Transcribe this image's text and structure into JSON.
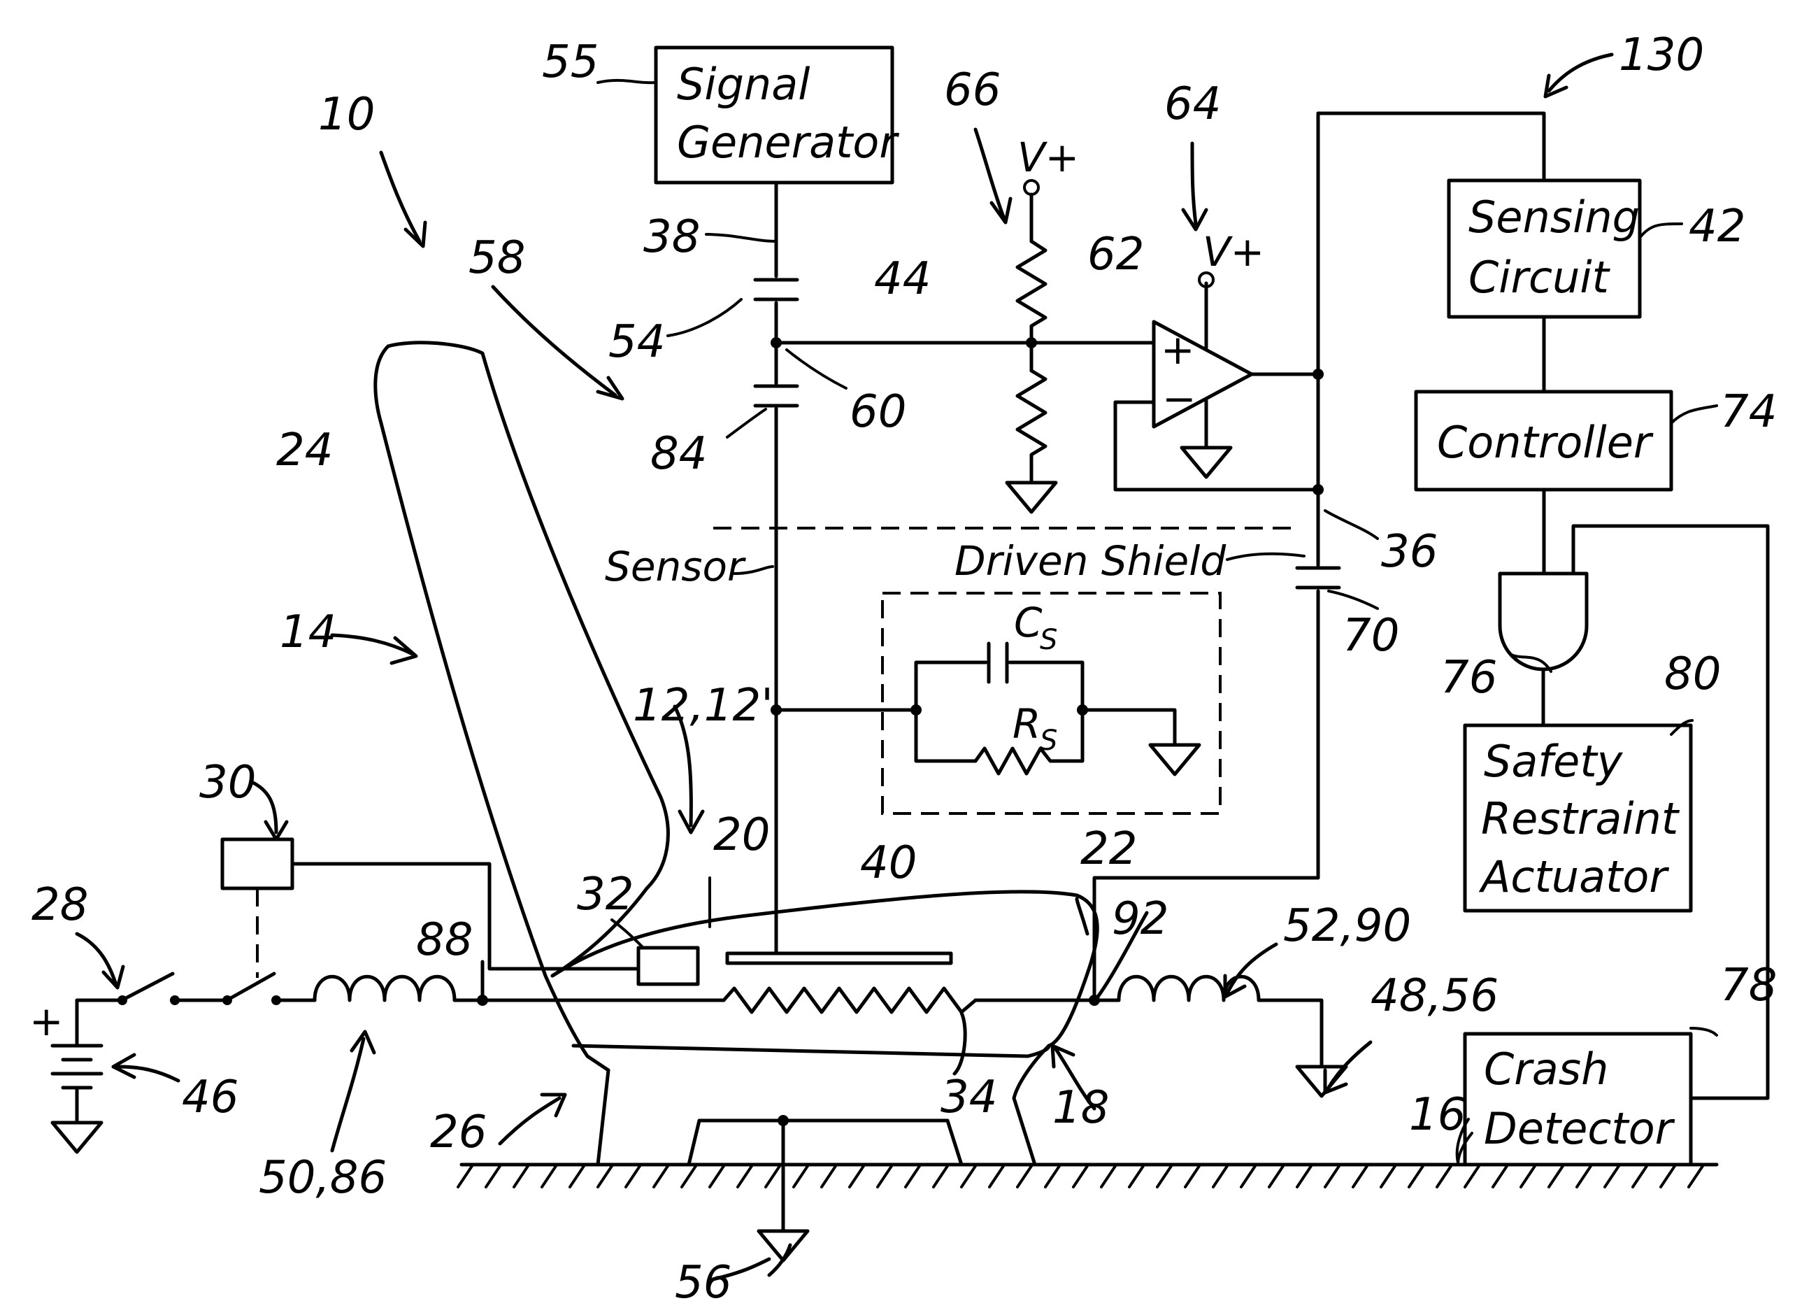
{
  "boxes": {
    "signal_generator": [
      "Signal",
      "Generator"
    ],
    "sensing_circuit": [
      "Sensing",
      "Circuit"
    ],
    "controller": "Controller",
    "safety_restraint_actuator": [
      "Safety",
      "Restraint",
      "Actuator"
    ],
    "crash_detector": [
      "Crash",
      "Detector"
    ]
  },
  "labels": {
    "sensor": "Sensor",
    "driven_shield": "Driven Shield",
    "v_plus_66": "V+",
    "v_plus_64": "V+",
    "op_plus": "+",
    "op_minus": "−",
    "battery_plus": "+",
    "cs": "C",
    "cs_sub": "S",
    "rs": "R",
    "rs_sub": "S"
  },
  "ref_numerals": {
    "n10": "10",
    "n55": "55",
    "n58": "58",
    "n66": "66",
    "n64": "64",
    "n130": "130",
    "n38": "38",
    "n44": "44",
    "n62": "62",
    "n42": "42",
    "n54": "54",
    "n60": "60",
    "n84": "84",
    "n24": "24",
    "n74": "74",
    "n36": "36",
    "n70": "70",
    "n14": "14",
    "n12": "12,12'",
    "n76": "76",
    "n80": "80",
    "n30": "30",
    "n20": "20",
    "n40": "40",
    "n22": "22",
    "n28": "28",
    "n32": "32",
    "n88": "88",
    "n92": "92",
    "n52": "52,90",
    "n48": "48,56",
    "n78": "78",
    "n46": "46",
    "n34": "34",
    "n18": "18",
    "n16": "16",
    "n26": "26",
    "n50": "50,86",
    "n56": "56"
  }
}
